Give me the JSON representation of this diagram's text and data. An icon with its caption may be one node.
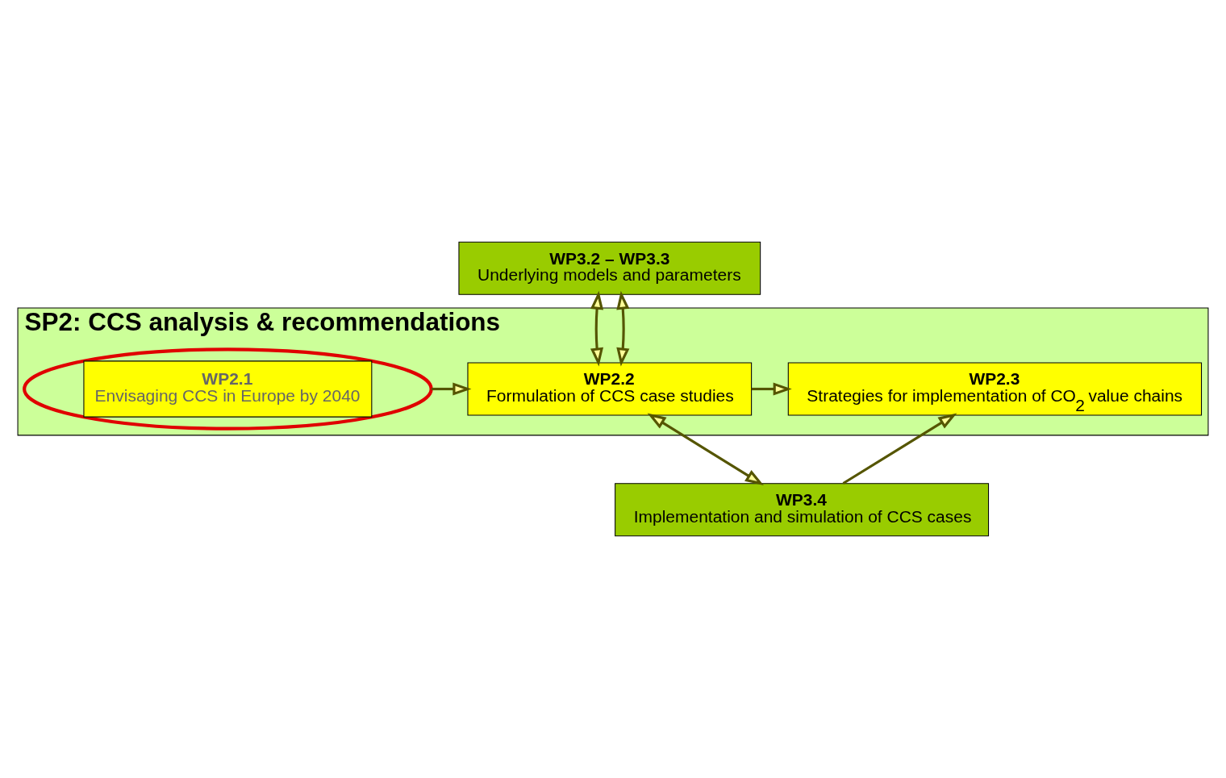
{
  "diagram": {
    "nodes": [
      {
        "text": [
          "WP3.2 – WP3.3",
          "Underlying models and parameters"
        ]
      },
      {
        "text": [
          "SP2: CCS analysis & recommendations"
        ]
      },
      {
        "text": [
          "WP2.1",
          "Envisaging CCS in Europe by 2040"
        ],
        "in": 1
      },
      {
        "text": [
          "WP2.2",
          "Formulation of CCS case studies"
        ],
        "in": 1
      },
      {
        "text": [
          "WP2.3",
          "Strategies for implementation of CO$_{2}$ value chains"
        ],
        "in": 1
      },
      {
        "text": [
          "WP3.4",
          "Implementation and simulation of CCS cases"
        ]
      }
    ],
    "edges": [
      {
        "from": 0,
        "to": 3,
        "arrow": "both"
      },
      {
        "from": 0,
        "to": 3,
        "arrow": "both"
      },
      {
        "from": 2,
        "to": 3,
        "arrow": "to"
      },
      {
        "from": 3,
        "to": 4,
        "arrow": "to"
      },
      {
        "from": 3,
        "to": 5,
        "arrow": "both"
      },
      {
        "from": 5,
        "to": 4,
        "arrow": "to"
      }
    ]
  }
}
